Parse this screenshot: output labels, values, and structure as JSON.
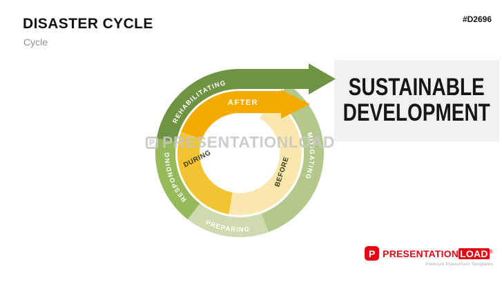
{
  "header": {
    "title": "DISASTER CYCLE",
    "subtitle": "Cycle",
    "code": "#D2696"
  },
  "diagram": {
    "outer_segments": [
      {
        "label": "REHABILITATING",
        "color": "#6e9342"
      },
      {
        "label": "MITIGATING",
        "color": "#b3c98b"
      },
      {
        "label": "PREPARING",
        "color": "#cedbb0"
      },
      {
        "label": "RESPONDING",
        "color": "#96b95a"
      }
    ],
    "inner_segments": [
      {
        "label": "AFTER",
        "color": "#f4ab00"
      },
      {
        "label": "DURING",
        "color": "#f3c431"
      },
      {
        "label": "BEFORE",
        "color": "#fae7ad"
      }
    ],
    "outcome": {
      "line1": "SUSTAINABLE",
      "line2": "DEVELOPMENT",
      "background": "#f1f1f1"
    }
  },
  "watermark": {
    "icon": "P",
    "text": "PRESENTATIONLOAD"
  },
  "footer": {
    "icon_letter": "P",
    "brand_part1": "PRESENTATION",
    "brand_part2": "LOAD",
    "registered": "®",
    "tagline": "Premium PowerPoint Templates",
    "brand_color": "#e30613"
  }
}
